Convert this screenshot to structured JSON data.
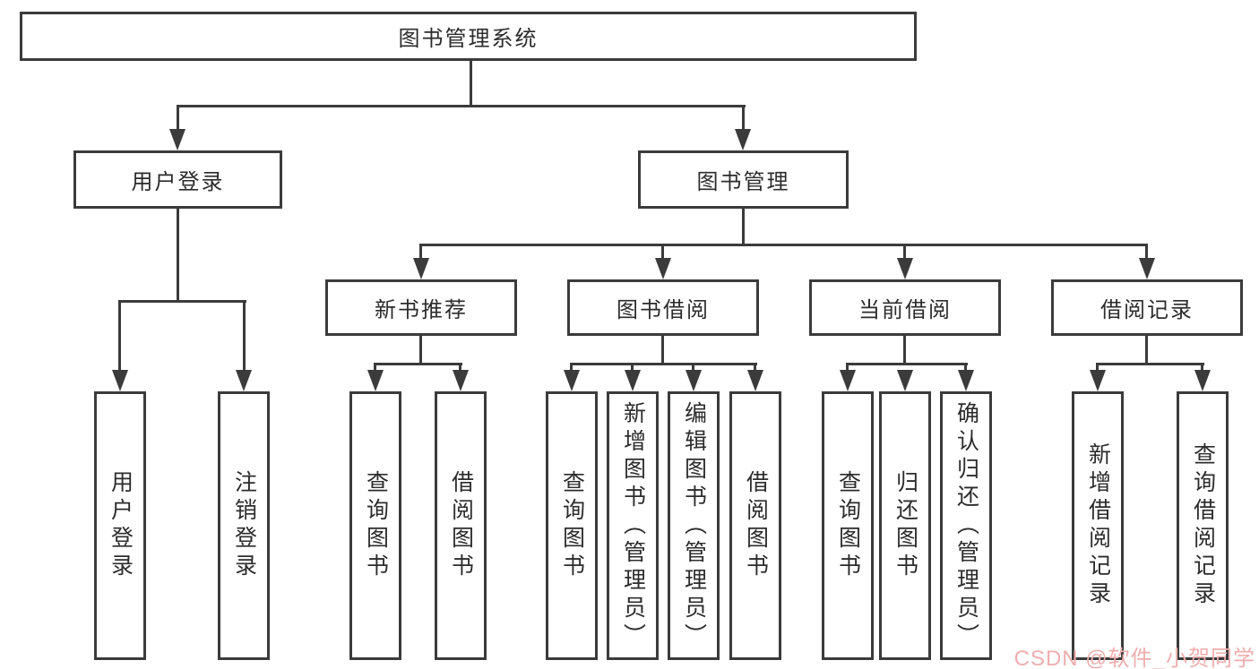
{
  "diagram": {
    "title_node": "图书管理系统",
    "root": {
      "label": "图书管理系统"
    },
    "level1": [
      {
        "label": "用户登录"
      },
      {
        "label": "图书管理"
      }
    ],
    "level2": [
      {
        "label": "新书推荐",
        "parent": "图书管理"
      },
      {
        "label": "图书借阅",
        "parent": "图书管理"
      },
      {
        "label": "当前借阅",
        "parent": "图书管理"
      },
      {
        "label": "借阅记录",
        "parent": "图书管理"
      }
    ],
    "leaves": [
      {
        "label": "用户登录",
        "parent": "用户登录"
      },
      {
        "label": "注销登录",
        "parent": "用户登录"
      },
      {
        "label": "查询图书",
        "parent": "新书推荐"
      },
      {
        "label": "借阅图书",
        "parent": "新书推荐"
      },
      {
        "label": "查询图书",
        "parent": "图书借阅"
      },
      {
        "label": "新增图书（管理员）",
        "parent": "图书借阅"
      },
      {
        "label": "编辑图书（管理员）",
        "parent": "图书借阅"
      },
      {
        "label": "借阅图书",
        "parent": "图书借阅"
      },
      {
        "label": "查询图书",
        "parent": "当前借阅"
      },
      {
        "label": "归还图书",
        "parent": "当前借阅"
      },
      {
        "label": "确认归还（管理员）",
        "parent": "当前借阅"
      },
      {
        "label": "新增借阅记录",
        "parent": "借阅记录"
      },
      {
        "label": "查询借阅记录",
        "parent": "借阅记录"
      }
    ]
  },
  "watermark": {
    "text": "CSDN @软件_小贺同学"
  },
  "colors": {
    "line": "#3b3b3b",
    "text": "#2c2c2c",
    "watermark": "#efaeae",
    "background": "#ffffff"
  }
}
